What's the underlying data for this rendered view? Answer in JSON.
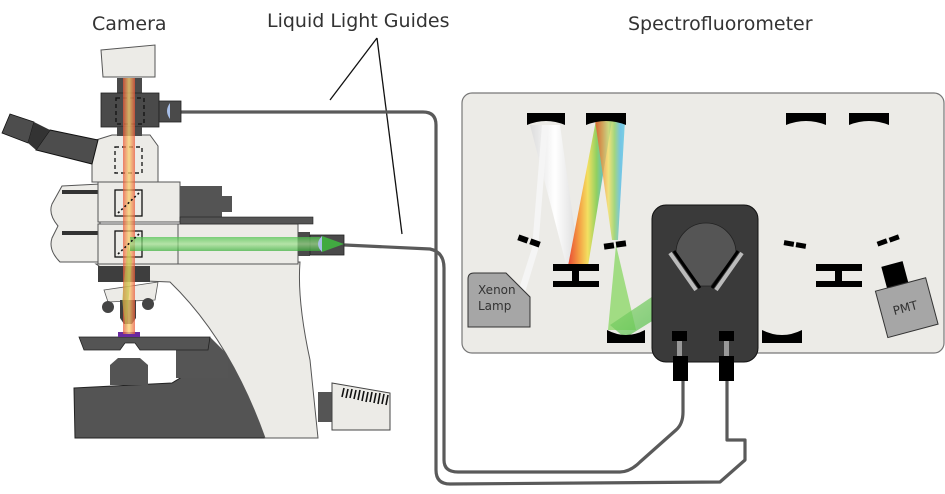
{
  "labels": {
    "camera": "Camera",
    "liquid_light_guides": "Liquid Light Guides",
    "spectrofluorometer": "Spectrofluorometer",
    "xenon_lamp_line1": "Xenon",
    "xenon_lamp_line2": "Lamp",
    "pmt": "PMT"
  },
  "colors": {
    "body_light": "#ecebe7",
    "body_dark": "#4d4d4d",
    "instrument_panel": "#ecebe7",
    "sample_chamber": "#3a3a3a",
    "fiber": "#5a5a5a",
    "excitation_beam": "#3ec23e",
    "emission_beam": "#f5a540",
    "sample": "#6a2aa0",
    "lens": "#a8bfe8",
    "lamp_box": "#a6a6a6"
  }
}
